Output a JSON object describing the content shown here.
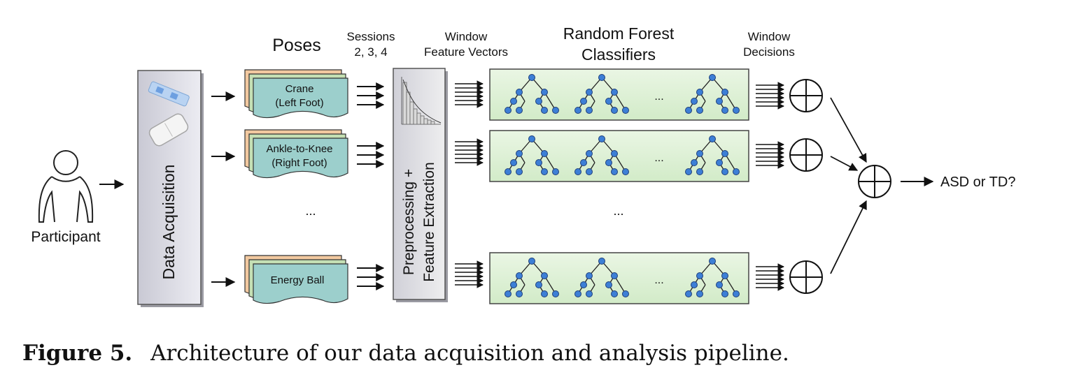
{
  "figure": {
    "caption": {
      "label": "Figure 5.",
      "text": "Architecture of our data acquisition and analysis pipeline."
    },
    "participant": {
      "label": "Participant"
    },
    "acquisition": {
      "label": "Data Acquisition"
    },
    "headers": {
      "poses": "Poses",
      "sessions_1": "Sessions",
      "sessions_2": "2, 3, 4",
      "window_fv_1": "Window",
      "window_fv_2": "Feature Vectors",
      "rf_1": "Random Forest",
      "rf_2": "Classifiers",
      "decisions_1": "Window",
      "decisions_2": "Decisions"
    },
    "poses": [
      {
        "line1": "Crane",
        "line2": "(Left Foot)"
      },
      {
        "line1": "Ankle-to-Knee",
        "line2": "(Right Foot)"
      },
      {
        "line1": "Energy Ball",
        "line2": ""
      }
    ],
    "poses_ellipsis": "...",
    "classifier_ellipsis": "...",
    "tree_ellipsis": "...",
    "processing": {
      "line1": "Preprocessing +",
      "line2": "Feature Extraction"
    },
    "output": "ASD or TD?",
    "colors": {
      "pose_front": "#9ccfcc",
      "pose_back1": "#f2c9a0",
      "pose_back2": "#c5e0b4",
      "forest_fill": "#dff0d8",
      "node_fill": "#3d7fd6",
      "acq_fill": "#d3d3de"
    },
    "icons": [
      "person-icon",
      "wearable-sensor-icon",
      "balance-board-icon",
      "histogram-icon",
      "sum-icon",
      "tree-icon"
    ]
  }
}
